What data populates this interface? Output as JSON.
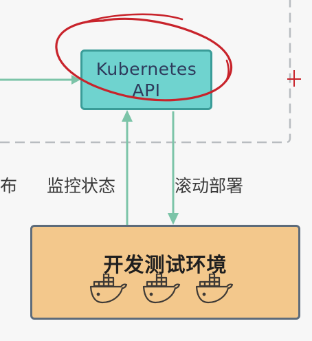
{
  "api_box": {
    "line1": "Kubernetes",
    "line2": "API"
  },
  "labels": {
    "left_partial": "布",
    "monitor": "监控状态",
    "rolling_deploy": "滚动部署"
  },
  "env_box": {
    "title": "开发测试环境"
  },
  "icons": {
    "container": "docker-whale-icon",
    "annotation": "red-circle-annotation",
    "cursor": "crosshair-icon"
  },
  "colors": {
    "api_fill": "#6fd3cf",
    "api_border": "#3a9c98",
    "env_fill": "#f3c88c",
    "arrow": "#7cc4a8",
    "annotation": "#c8232b",
    "dashed_border": "#b8bcc0"
  }
}
